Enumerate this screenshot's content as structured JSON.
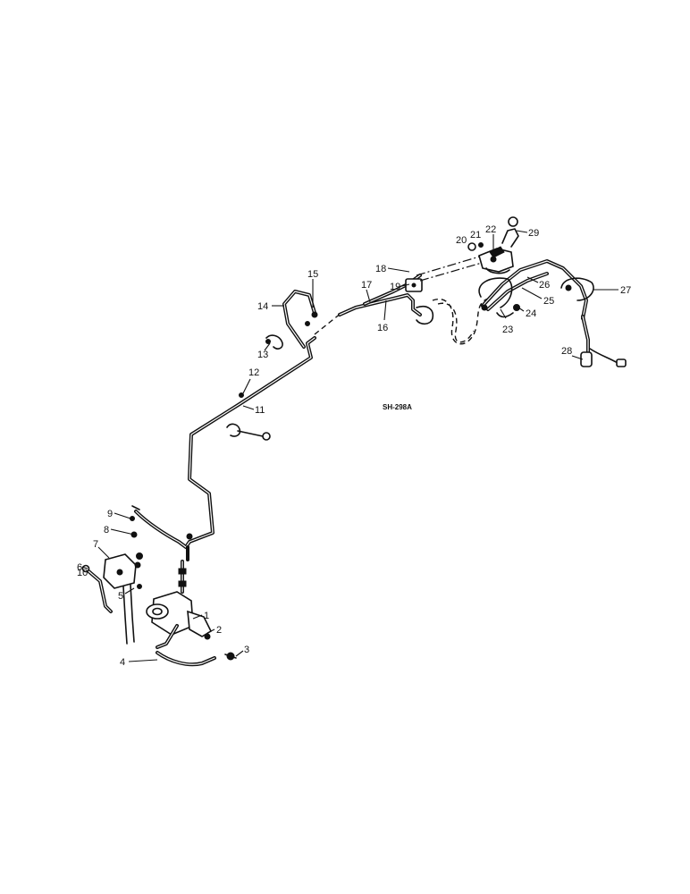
{
  "diagram": {
    "reference_code": "SH-298A",
    "callouts": [
      "1",
      "2",
      "3",
      "4",
      "5",
      "6",
      "7",
      "8",
      "9",
      "10",
      "11",
      "12",
      "13",
      "14",
      "15",
      "16",
      "17",
      "18",
      "19",
      "20",
      "21",
      "22",
      "23",
      "24",
      "25",
      "26",
      "27",
      "28",
      "29"
    ]
  }
}
